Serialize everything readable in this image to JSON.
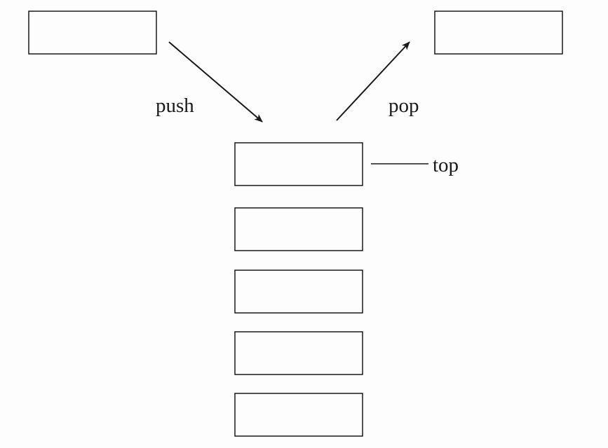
{
  "diagram": {
    "labels": {
      "push": "push",
      "pop": "pop",
      "top": "top"
    },
    "stack": {
      "slot_count": 5,
      "top_index": 0
    },
    "colors": {
      "stroke": "#1a1a1a",
      "background": "#fdfdfd"
    }
  }
}
